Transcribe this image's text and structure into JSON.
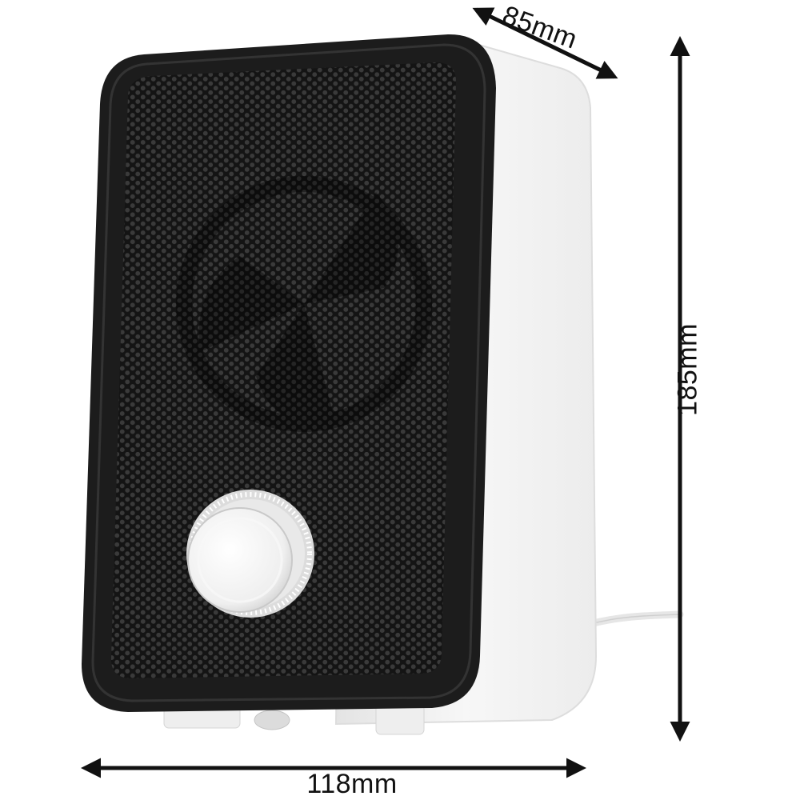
{
  "product": {
    "name": "fan-heater",
    "body_color": "#f2f2f2",
    "front_color": "#1c1c1c",
    "knob_color": "#f5f5f5"
  },
  "dimensions": {
    "depth": "85mm",
    "height": "185mm",
    "width": "118mm"
  },
  "colors": {
    "arrow": "#111111",
    "grille_hole": "#3a3a3a"
  }
}
